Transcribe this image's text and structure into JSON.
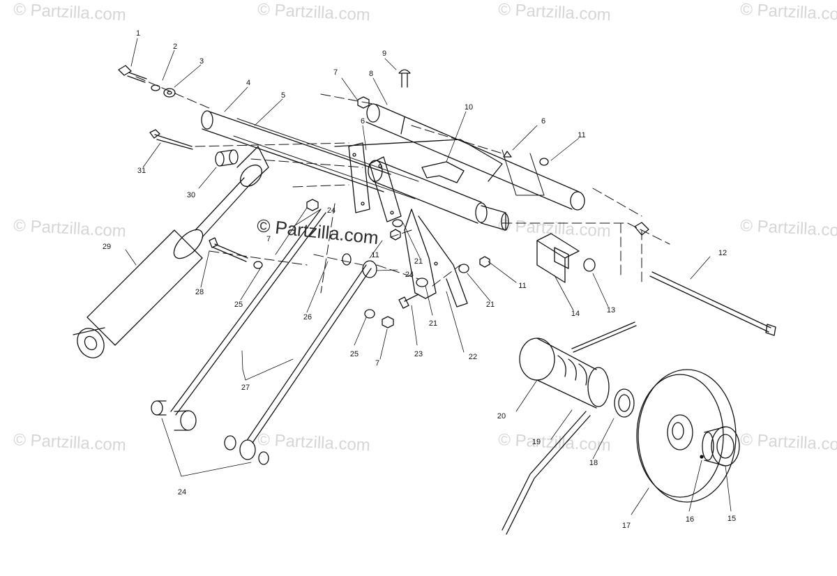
{
  "watermark": "© Partzilla.com",
  "watermark_overlay": "© Partzilla.com",
  "callouts": [
    "1",
    "2",
    "3",
    "4",
    "5",
    "6",
    "7",
    "8",
    "9",
    "10",
    "6",
    "11",
    "31",
    "30",
    "24",
    "29",
    "28",
    "25",
    "26",
    "11",
    "24",
    "21",
    "21",
    "21",
    "11",
    "7",
    "23",
    "22",
    "27",
    "24",
    "25",
    "7",
    "12",
    "14",
    "13",
    "20",
    "19",
    "18",
    "17",
    "16",
    "15"
  ]
}
